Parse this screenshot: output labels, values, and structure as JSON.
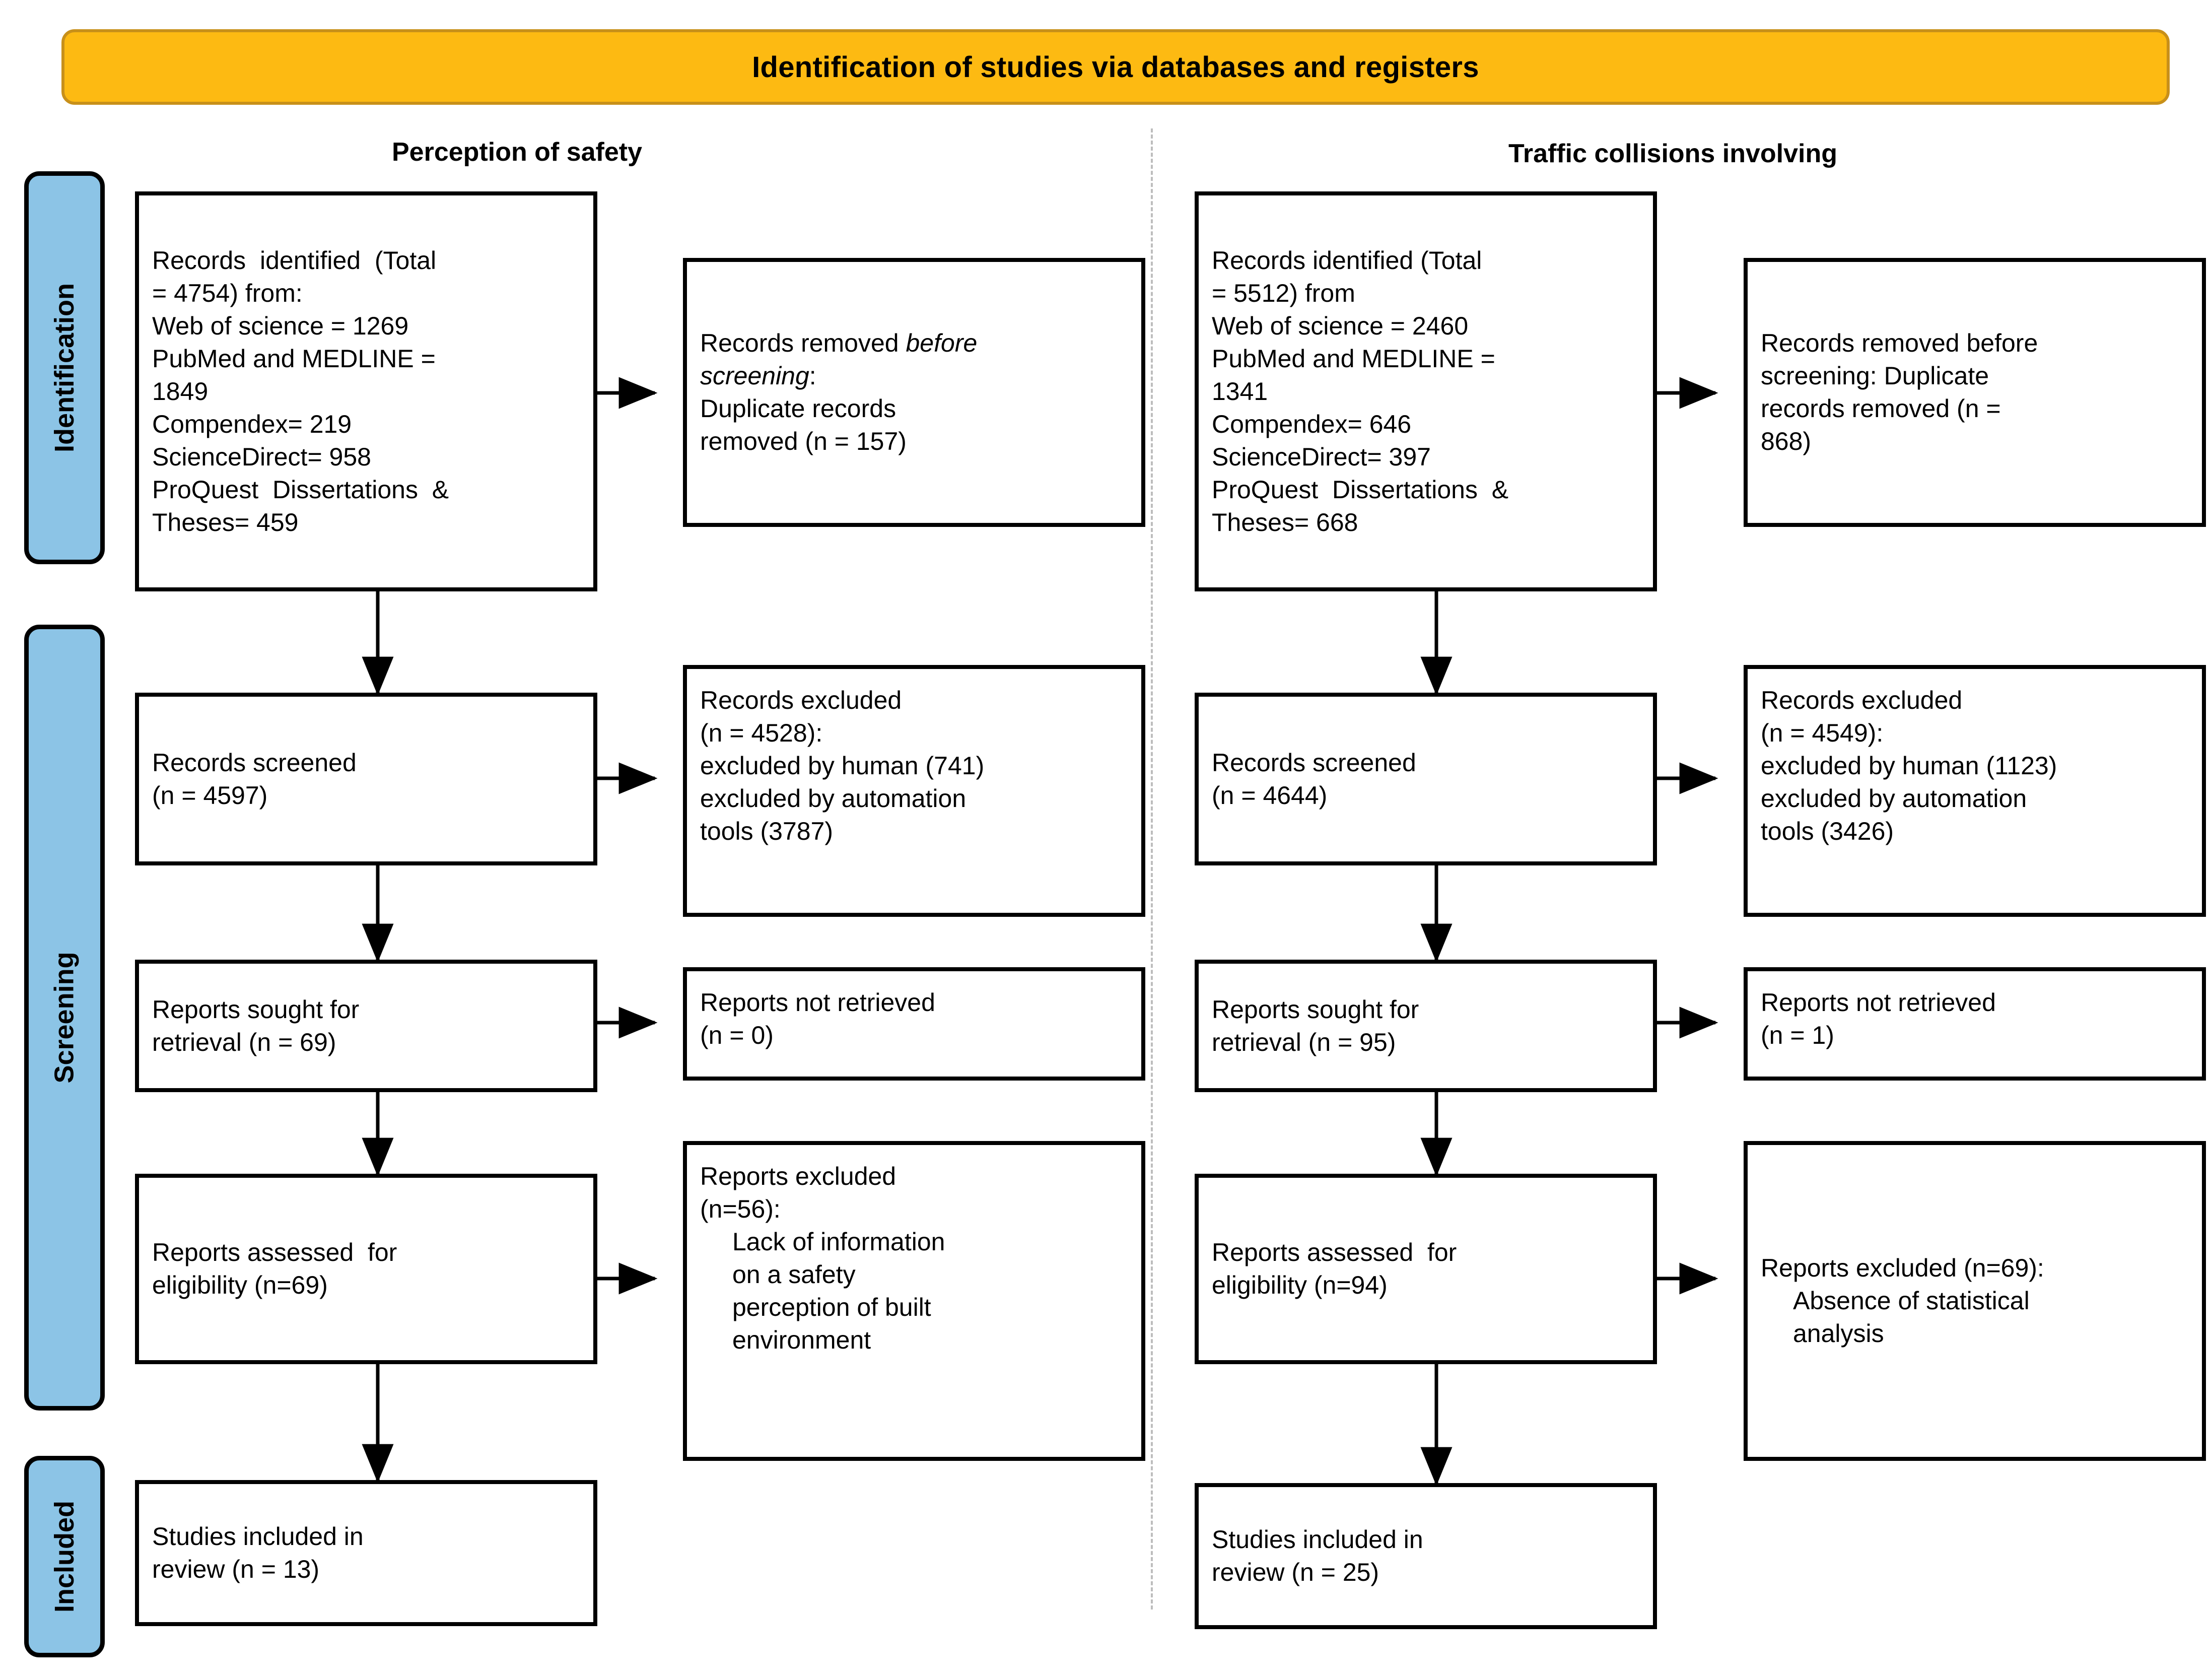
{
  "header": {
    "title": "Identification of studies via databases and registers",
    "banner_color": "#FDBA12",
    "banner_border_color": "#C8901A"
  },
  "phases": [
    {
      "id": "identification",
      "label": "Identification",
      "color": "#8CC4E6"
    },
    {
      "id": "screening",
      "label": "Screening",
      "color": "#8CC4E6"
    },
    {
      "id": "included",
      "label": "Included",
      "color": "#8CC4E6"
    }
  ],
  "columns": {
    "left": {
      "heading": "Perception of safety"
    },
    "right": {
      "heading": "Traffic collisions involving"
    }
  },
  "left_column": {
    "identified": {
      "line1": "Records  identified  (Total",
      "line2": "= 4754) from:",
      "line3": "Web of science = 1269",
      "line4": "PubMed and MEDLINE =",
      "line5": "1849",
      "line6": "Compendex= 219",
      "line7": "ScienceDirect= 958",
      "line8": "ProQuest  Dissertations  &",
      "line9": "Theses= 459"
    },
    "removed": {
      "line1_a": "Records removed ",
      "line1_b": "before",
      "line2_b": "screening",
      "line2_a": ":",
      "line3": "Duplicate records",
      "line4": "removed (n = 157)"
    },
    "screened": {
      "line1": "Records screened",
      "line2": "(n = 4597)"
    },
    "records_excluded": {
      "line1": "Records excluded",
      "line2": "(n = 4528):",
      "line3": "excluded by human (741)",
      "line4": "excluded by automation",
      "line5": "tools (3787)"
    },
    "sought": {
      "line1": "Reports sought for",
      "line2": "retrieval (n = 69)"
    },
    "not_retrieved": {
      "line1": "Reports not retrieved",
      "line2": "(n = 0)"
    },
    "assessed": {
      "line1": "Reports assessed  for",
      "line2": "eligibility (n=69)"
    },
    "reports_excluded": {
      "line1": "Reports excluded",
      "line2": "(n=56):",
      "line3": "Lack of information",
      "line4": "on a safety",
      "line5": "perception of built",
      "line6": "environment"
    },
    "included": {
      "line1": "Studies included in",
      "line2": "review (n = 13)"
    }
  },
  "right_column": {
    "identified": {
      "line1": "Records identified (Total",
      "line2": "= 5512) from",
      "line3": "Web of science = 2460",
      "line4": "PubMed and MEDLINE =",
      "line5": "1341",
      "line6": "Compendex= 646",
      "line7": "ScienceDirect= 397",
      "line8": "ProQuest  Dissertations  &",
      "line9": "Theses= 668"
    },
    "removed": {
      "line1": "Records removed before",
      "line2": "screening: Duplicate",
      "line3": "records removed (n =",
      "line4": "868)"
    },
    "screened": {
      "line1": "Records screened",
      "line2": "(n = 4644)"
    },
    "records_excluded": {
      "line1": "Records excluded",
      "line2": "(n = 4549):",
      "line3": "excluded by human (1123)",
      "line4": "excluded by automation",
      "line5": "tools (3426)"
    },
    "sought": {
      "line1": "Reports sought for",
      "line2": "retrieval (n = 95)"
    },
    "not_retrieved": {
      "line1": "Reports not retrieved",
      "line2": "(n = 1)"
    },
    "assessed": {
      "line1": "Reports assessed  for",
      "line2": "eligibility (n=94)"
    },
    "reports_excluded": {
      "line1": "Reports excluded (n=69):",
      "line2": "Absence of statistical",
      "line3": "analysis"
    },
    "included": {
      "line1": "Studies included in",
      "line2": "review (n = 25)"
    }
  }
}
